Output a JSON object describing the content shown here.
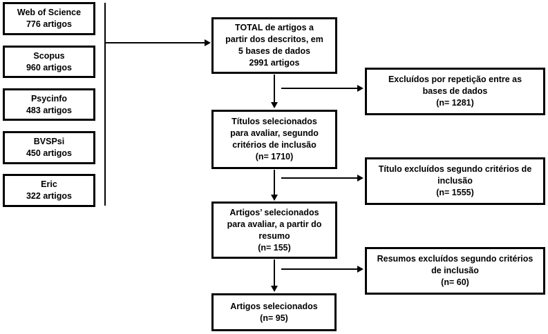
{
  "diagram_type": "flowchart",
  "colors": {
    "border": "#000000",
    "background": "#ffffff",
    "text": "#000000"
  },
  "sources": [
    {
      "name": "Web of Science",
      "n": 776,
      "text": "Web of Science\n776 artigos"
    },
    {
      "name": "Scopus",
      "n": 960,
      "text": "Scopus\n960 artigos"
    },
    {
      "name": "Psycinfo",
      "n": 483,
      "text": "Psycinfo\n483 artigos"
    },
    {
      "name": "BVSPsi",
      "n": 450,
      "text": "BVSPsi\n450 artigos"
    },
    {
      "name": "Eric",
      "n": 322,
      "text": "Eric\n322 artigos"
    }
  ],
  "flow": [
    {
      "n": 2991,
      "text": "TOTAL de artigos a\npartir dos descritos, em\n5 bases de dados\n2991 artigos"
    },
    {
      "n": 1710,
      "text": "Títulos selecionados\npara avaliar, segundo\ncritérios de inclusão\n(n= 1710)"
    },
    {
      "n": 155,
      "text": "Artigos’ selecionados\npara avaliar, a partir do\nresumo\n(n= 155)"
    },
    {
      "n": 95,
      "text": "Artigos selecionados\n(n= 95)"
    }
  ],
  "exclusions": [
    {
      "n": 1281,
      "text": "Excluídos por repetição entre as\nbases de dados\n(n= 1281)"
    },
    {
      "n": 1555,
      "text": "Título excluídos segundo critérios de\ninclusão\n(n= 1555)"
    },
    {
      "n": 60,
      "text": "Resumos excluídos segundo critérios\nde inclusão\n(n= 60)"
    }
  ]
}
